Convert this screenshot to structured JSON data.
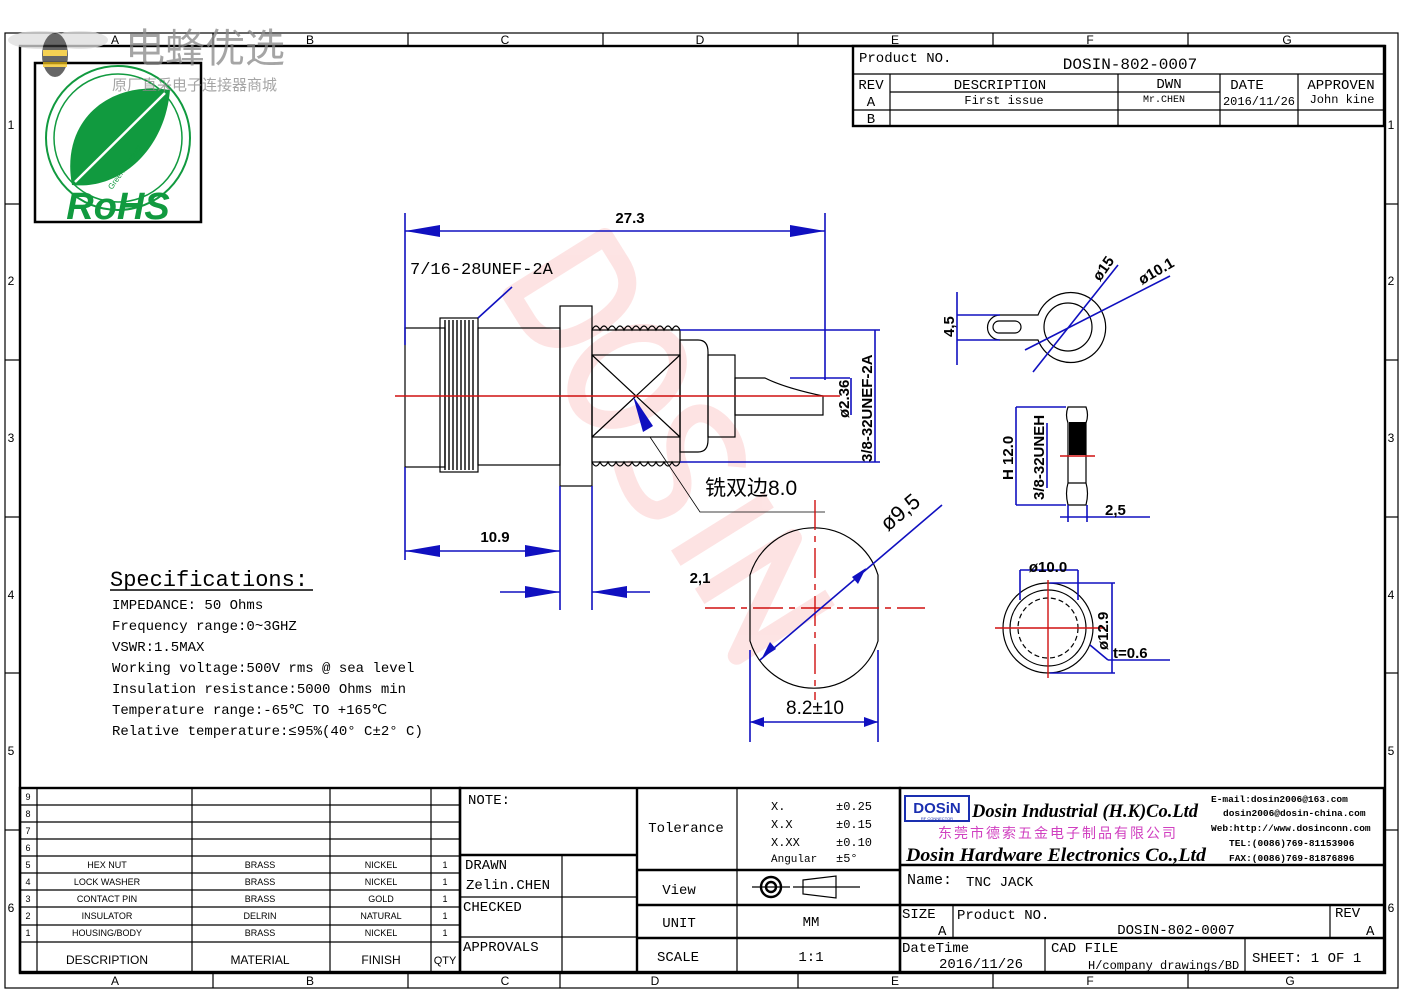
{
  "watermark": {
    "title": "电蜂优选",
    "subtitle": "原厂直采电子连接器商城",
    "diagonal": "DOSIN"
  },
  "rohs_logo": {
    "text": "RoHS",
    "ribbon": "Green Product",
    "color": "#119a3f"
  },
  "frame": {
    "columns_top": [
      "A",
      "B",
      "C",
      "D",
      "E",
      "F",
      "G"
    ],
    "columns_bottom": [
      "A",
      "B",
      "C",
      "D",
      "E",
      "F",
      "G"
    ],
    "rows": [
      "1",
      "2",
      "3",
      "4",
      "5",
      "6"
    ]
  },
  "revision_block": {
    "product_no_label": "Product NO.",
    "product_no": "DOSIN-802-0007",
    "headers": {
      "rev": "REV",
      "description": "DESCRIPTION",
      "dwn": "DWN",
      "date": "DATE",
      "approven": "APPROVEN"
    },
    "rows": [
      {
        "rev": "A",
        "description": "First issue",
        "dwn": "Mr.CHEN",
        "date": "2016/11/26",
        "approven": "John kine"
      },
      {
        "rev": "B",
        "description": "",
        "dwn": "",
        "date": "",
        "approven": ""
      }
    ]
  },
  "specifications": {
    "title": "Specifications:",
    "lines": [
      "IMPEDANCE: 50 Ohms",
      "Frequency range:0~3GHZ",
      "VSWR:1.5MAX",
      "Working voltage:500V rms @ sea level",
      "Insulation resistance:5000 Ohms min",
      "Temperature range:-65℃ TO +165℃",
      "Relative temperature:≤95%(40° C±2° C)"
    ]
  },
  "drawing": {
    "overall_length": "27.3",
    "front_thread": "7/16-28UNEF-2A",
    "rear_thread": "3/8-32UNEF-2A",
    "pin_diameter": "ø2.36",
    "front_length": "10.9",
    "flange_thickness": "2,1",
    "milled_flats_note": "铣双边8.0",
    "section_diameter": "ø9,5",
    "flat_width": "8.2±10",
    "lock_washer": {
      "width": "4,5",
      "outer_dia": "ø15",
      "inner_dia": "ø10.1"
    },
    "hex_nut": {
      "height": "H 12.0",
      "thread": "3/8-32UNEH",
      "thickness": "2,5"
    },
    "star_washer": {
      "inner_dia": "ø10.0",
      "outer_dia": "ø12.9",
      "thickness": "t=0.6"
    }
  },
  "bom": {
    "headers": {
      "description": "DESCRIPTION",
      "material": "MATERIAL",
      "finish": "FINISH",
      "qty": "QTY"
    },
    "rows": [
      {
        "no": "9",
        "description": "",
        "material": "",
        "finish": "",
        "qty": ""
      },
      {
        "no": "8",
        "description": "",
        "material": "",
        "finish": "",
        "qty": ""
      },
      {
        "no": "7",
        "description": "",
        "material": "",
        "finish": "",
        "qty": ""
      },
      {
        "no": "6",
        "description": "",
        "material": "",
        "finish": "",
        "qty": ""
      },
      {
        "no": "5",
        "description": "HEX NUT",
        "material": "BRASS",
        "finish": "NICKEL",
        "qty": "1"
      },
      {
        "no": "4",
        "description": "LOCK WASHER",
        "material": "BRASS",
        "finish": "NICKEL",
        "qty": "1"
      },
      {
        "no": "3",
        "description": "CONTACT PIN",
        "material": "BRASS",
        "finish": "GOLD",
        "qty": "1"
      },
      {
        "no": "2",
        "description": "INSULATOR",
        "material": "DELRIN",
        "finish": "NATURAL",
        "qty": "1"
      },
      {
        "no": "1",
        "description": "HOUSING/BODY",
        "material": "BRASS",
        "finish": "NICKEL",
        "qty": "1"
      }
    ]
  },
  "approval_block": {
    "note_label": "NOTE:",
    "drawn_label": "DRAWN",
    "drawn_by": "Zelin.CHEN",
    "checked_label": "CHECKED",
    "approvals_label": "APPROVALS"
  },
  "tolerance_block": {
    "tolerance_label": "Tolerance",
    "tolerances": [
      {
        "format": "X.",
        "value": "±0.25"
      },
      {
        "format": "X.X",
        "value": "±0.15"
      },
      {
        "format": "X.XX",
        "value": "±0.10"
      },
      {
        "format": "Angular",
        "value": "±5°"
      }
    ],
    "view_label": "View",
    "unit_label": "UNIT",
    "unit": "MM",
    "scale_label": "SCALE",
    "scale": "1:1"
  },
  "company_block": {
    "logo": "DOSiN",
    "logo_sub": "RF CONNECTOR",
    "name_en_1": "Dosin Industrial (H.K)Co.Ltd",
    "name_cn": "东莞市德索五金电子制品有限公司",
    "name_en_2": "Dosin Hardware Electronics Co.,Ltd",
    "contact": [
      "E-mail:dosin2006@163.com",
      "dosin2006@dosin-china.com",
      "Web:http://www.dosinconn.com",
      "TEL:(0086)769-81153906",
      "FAX:(0086)769-81876896"
    ],
    "name_label": "Name:",
    "part_name": "TNC JACK",
    "size_label": "SIZE",
    "size": "A",
    "product_no_label": "Product NO.",
    "product_no": "DOSIN-802-0007",
    "rev_label": "REV",
    "rev": "A",
    "datetime_label": "DateTime",
    "datetime": "2016/11/26",
    "cad_label": "CAD FILE",
    "cad_file": "H/company drawings/BD",
    "sheet": "SHEET:  1 OF 1",
    "accent_color": "#d040c0",
    "logo_color": "#1a2fb0"
  }
}
